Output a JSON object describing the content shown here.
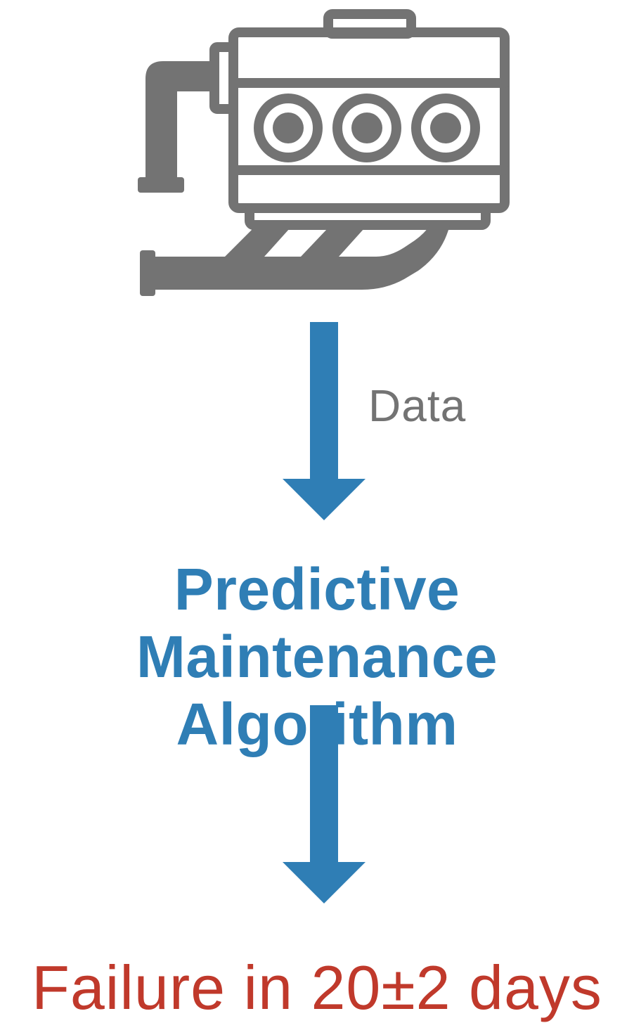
{
  "diagram": {
    "data_label": "Data",
    "algorithm_line1": "Predictive Maintenance",
    "algorithm_line2": "Algorithm",
    "result": "Failure in 20±2 days"
  },
  "colors": {
    "icon_gray": "#737373",
    "arrow_blue": "#2f7eb5",
    "title_blue": "#2f7eb5",
    "result_red": "#c0392b"
  },
  "icons": [
    "engine-icon",
    "arrow-down-icon"
  ]
}
